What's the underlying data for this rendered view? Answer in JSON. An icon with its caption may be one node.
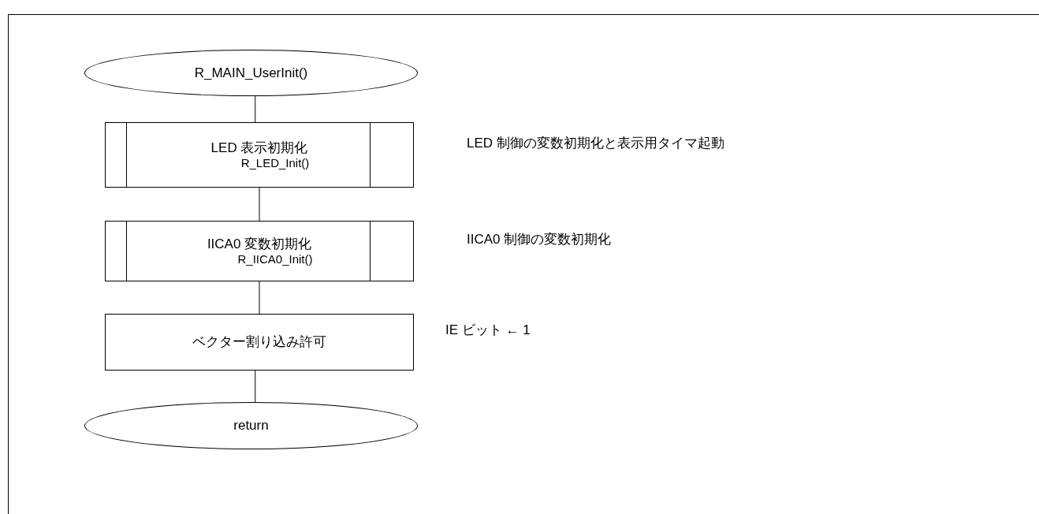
{
  "diagram": {
    "nodes": [
      {
        "text": [
          "R_MAIN_UserInit()"
        ]
      },
      {
        "text": [
          "LED 表示初期化",
          "R_LED_Init()"
        ],
        "beside": [
          "LED 制御の変数初期化と表示用タイマ起動"
        ]
      },
      {
        "text": [
          "IICA0 変数初期化",
          "R_IICA0_Init()"
        ],
        "beside": [
          "IICA0 制御の変数初期化"
        ]
      },
      {
        "text": [
          "ベクター割り込み許可"
        ],
        "beside": [
          "IE ビット ← 1"
        ]
      },
      {
        "text": [
          "return"
        ]
      }
    ],
    "edges": [
      {
        "from": 0,
        "to": 1,
        "arrow": "none"
      },
      {
        "from": 1,
        "to": 2,
        "arrow": "none"
      },
      {
        "from": 2,
        "to": 3,
        "arrow": "none"
      },
      {
        "from": 3,
        "to": 4,
        "arrow": "none"
      }
    ]
  }
}
